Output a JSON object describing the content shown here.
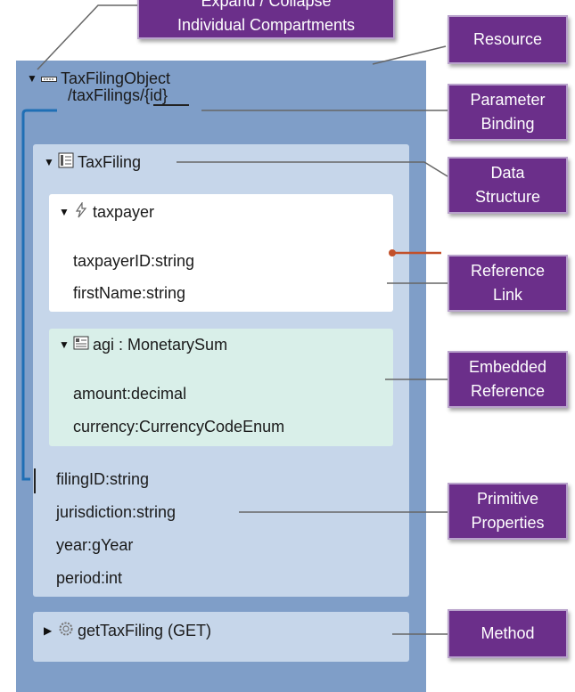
{
  "callouts": {
    "expand": {
      "line1": "Expand / Collapse",
      "line2": "Individual Compartments"
    },
    "resource": "Resource",
    "parameter": {
      "line1": "Parameter",
      "line2": "Binding"
    },
    "data": {
      "line1": "Data",
      "line2": "Structure"
    },
    "reference": {
      "line1": "Reference",
      "line2": "Link"
    },
    "embedded": {
      "line1": "Embedded",
      "line2": "Reference"
    },
    "primitive": {
      "line1": "Primitive",
      "line2": "Properties"
    },
    "method": "Method"
  },
  "resource": {
    "name": "TaxFilingObject",
    "path_prefix": "/taxFilings/",
    "path_param": "{id}"
  },
  "tax_filing": {
    "name": "TaxFiling",
    "properties": [
      "filingID:string",
      "jurisdiction:string",
      "year:gYear",
      "period:int"
    ]
  },
  "taxpayer": {
    "name": "taxpayer",
    "properties": [
      "taxpayerID:string",
      "firstName:string"
    ]
  },
  "agi": {
    "name": "agi : MonetarySum",
    "properties": [
      "amount:decimal",
      "currency:CurrencyCodeEnum"
    ]
  },
  "method": {
    "name": "getTaxFiling (GET)"
  },
  "colors": {
    "resource_bg": "#7f9ec8",
    "compartment_bg": "#c6d6ea",
    "embedded_bg": "#d9efe9",
    "callout_bg": "#6b2f8a",
    "binding_line": "#1f6fb5",
    "reference_link": "#c2502a"
  }
}
